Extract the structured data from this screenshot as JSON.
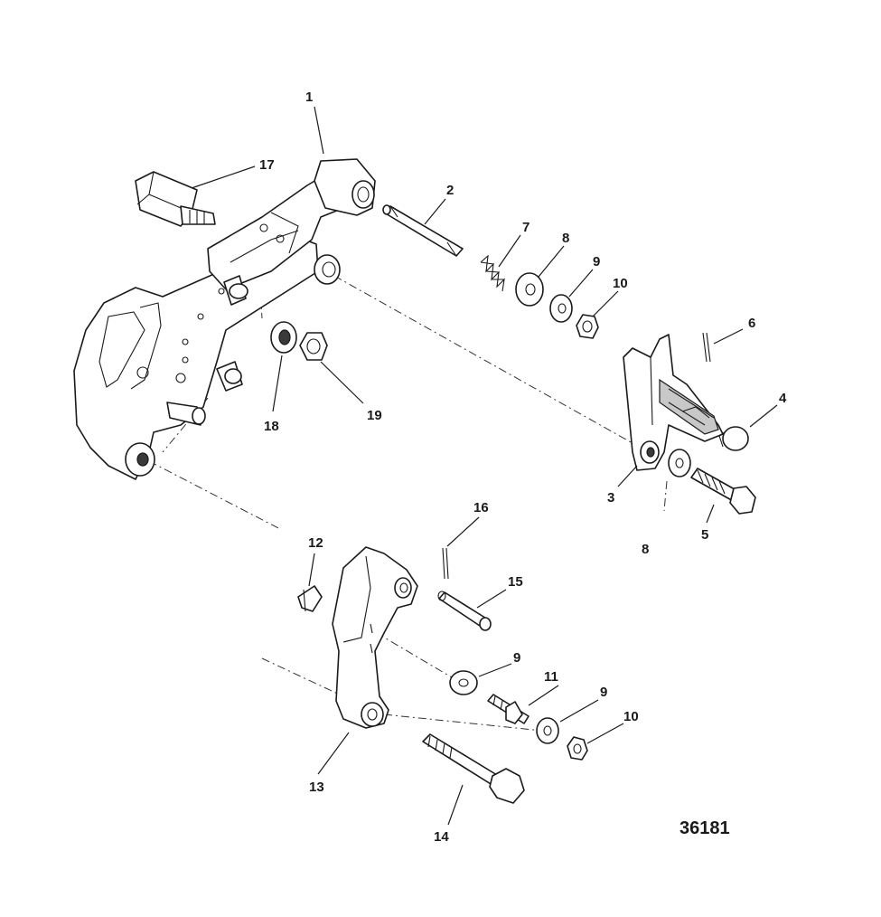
{
  "diagram": {
    "figure_id": "36181",
    "callouts": [
      {
        "label": "1"
      },
      {
        "label": "2"
      },
      {
        "label": "3"
      },
      {
        "label": "4"
      },
      {
        "label": "5"
      },
      {
        "label": "6"
      },
      {
        "label": "7"
      },
      {
        "label": "8"
      },
      {
        "label": "8"
      },
      {
        "label": "9"
      },
      {
        "label": "9"
      },
      {
        "label": "9"
      },
      {
        "label": "10"
      },
      {
        "label": "10"
      },
      {
        "label": "11"
      },
      {
        "label": "12"
      },
      {
        "label": "13"
      },
      {
        "label": "14"
      },
      {
        "label": "15"
      },
      {
        "label": "16"
      },
      {
        "label": "17"
      },
      {
        "label": "18"
      },
      {
        "label": "19"
      }
    ]
  }
}
